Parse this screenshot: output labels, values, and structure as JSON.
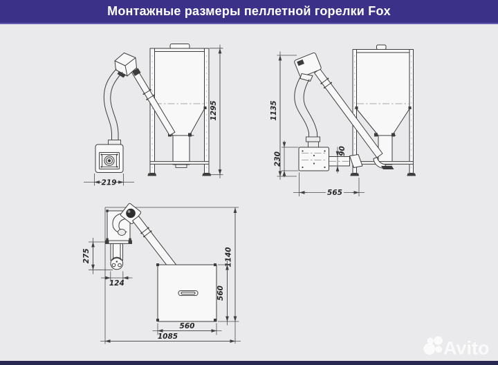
{
  "title": "Монтажные размеры пеллетной горелки Fox",
  "watermark": {
    "brand": "Avito"
  },
  "colors": {
    "header_bg": "#3b3189",
    "header_edge": "#655caf",
    "header_text": "#ffffff",
    "canvas_bg": "#eaeaec",
    "footer_bg": "#2a2753",
    "line": "#3c3c3c",
    "dim": "#4a4a4a"
  },
  "views": {
    "front": {
      "dims": {
        "total_height": "1295",
        "burner_width": "219"
      }
    },
    "side": {
      "dims": {
        "total_height": "1135",
        "burner_height": "230",
        "barrel_height": "90",
        "total_depth": "565"
      }
    },
    "top": {
      "dims": {
        "burner_length": "275",
        "barrel_width": "124",
        "total_depth": "1140",
        "hopper_depth": "560",
        "hopper_width": "560",
        "total_width": "1085"
      }
    }
  }
}
